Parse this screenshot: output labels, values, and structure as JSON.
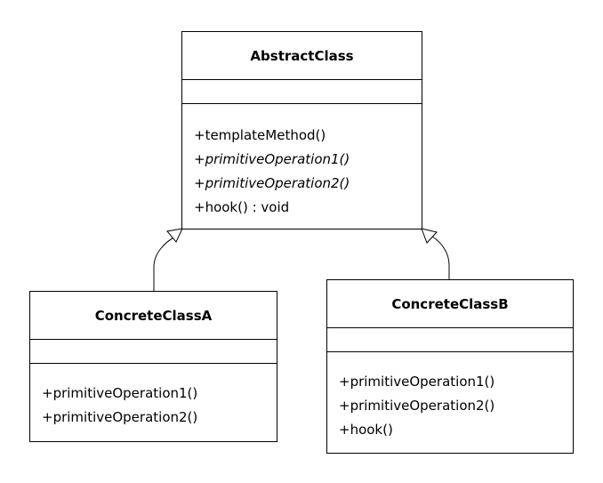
{
  "diagram": {
    "classes": {
      "abstract": {
        "name": "AbstractClass",
        "attributes": [],
        "operations": [
          {
            "text": "+templateMethod()",
            "abstract": false
          },
          {
            "text": "+primitiveOperation1()",
            "abstract": true
          },
          {
            "text": "+primitiveOperation2()",
            "abstract": true
          },
          {
            "text": "+hook() : void",
            "abstract": false
          }
        ]
      },
      "concrete_a": {
        "name": "ConcreteClassA",
        "attributes": [],
        "operations": [
          {
            "text": "+primitiveOperation1()",
            "abstract": false
          },
          {
            "text": "+primitiveOperation2()",
            "abstract": false
          }
        ]
      },
      "concrete_b": {
        "name": "ConcreteClassB",
        "attributes": [],
        "operations": [
          {
            "text": "+primitiveOperation1()",
            "abstract": false
          },
          {
            "text": "+primitiveOperation2()",
            "abstract": false
          },
          {
            "text": "+hook()",
            "abstract": false
          }
        ]
      }
    },
    "relations": [
      {
        "type": "generalization",
        "from": "concrete_a",
        "to": "abstract"
      },
      {
        "type": "generalization",
        "from": "concrete_b",
        "to": "abstract"
      }
    ]
  }
}
